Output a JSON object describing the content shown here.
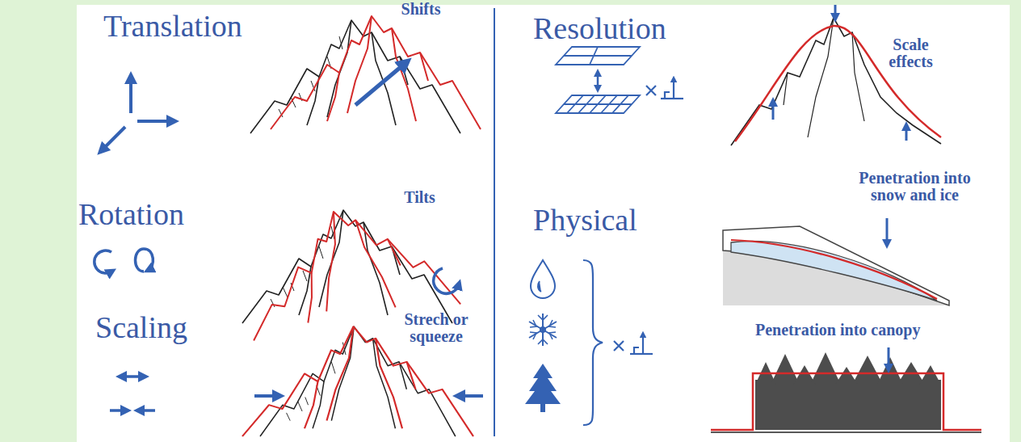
{
  "diagram": {
    "labels": [
      "Translation",
      "Shifts",
      "Rotation",
      "Tilts",
      "Scaling",
      "Strech or squeeze",
      "Resolution",
      "Scale effects",
      "Physical",
      "Penetration into snow and ice",
      "Penetration into canopy"
    ]
  }
}
